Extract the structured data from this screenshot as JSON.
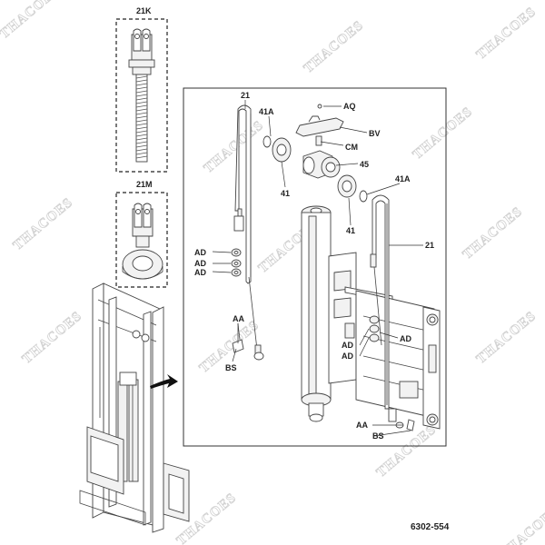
{
  "watermark": "THACOES",
  "drawing_number": "6302-554",
  "insets": {
    "top_label": "21K",
    "bottom_label": "21M"
  },
  "labels": {
    "l21_left": "21",
    "l41a_top": "41A",
    "aq": "AQ",
    "bv": "BV",
    "cm": "CM",
    "l45": "45",
    "l41_left": "41",
    "l41a_right": "41A",
    "l41_right": "41",
    "l21_right": "21",
    "ad1": "AD",
    "ad2": "AD",
    "ad3": "AD",
    "aa_left": "AA",
    "bs_left": "BS",
    "ad_mid1": "AD",
    "ad_mid2": "AD",
    "ad_right": "AD",
    "aa_bottom": "AA",
    "bs_bottom": "BS"
  }
}
